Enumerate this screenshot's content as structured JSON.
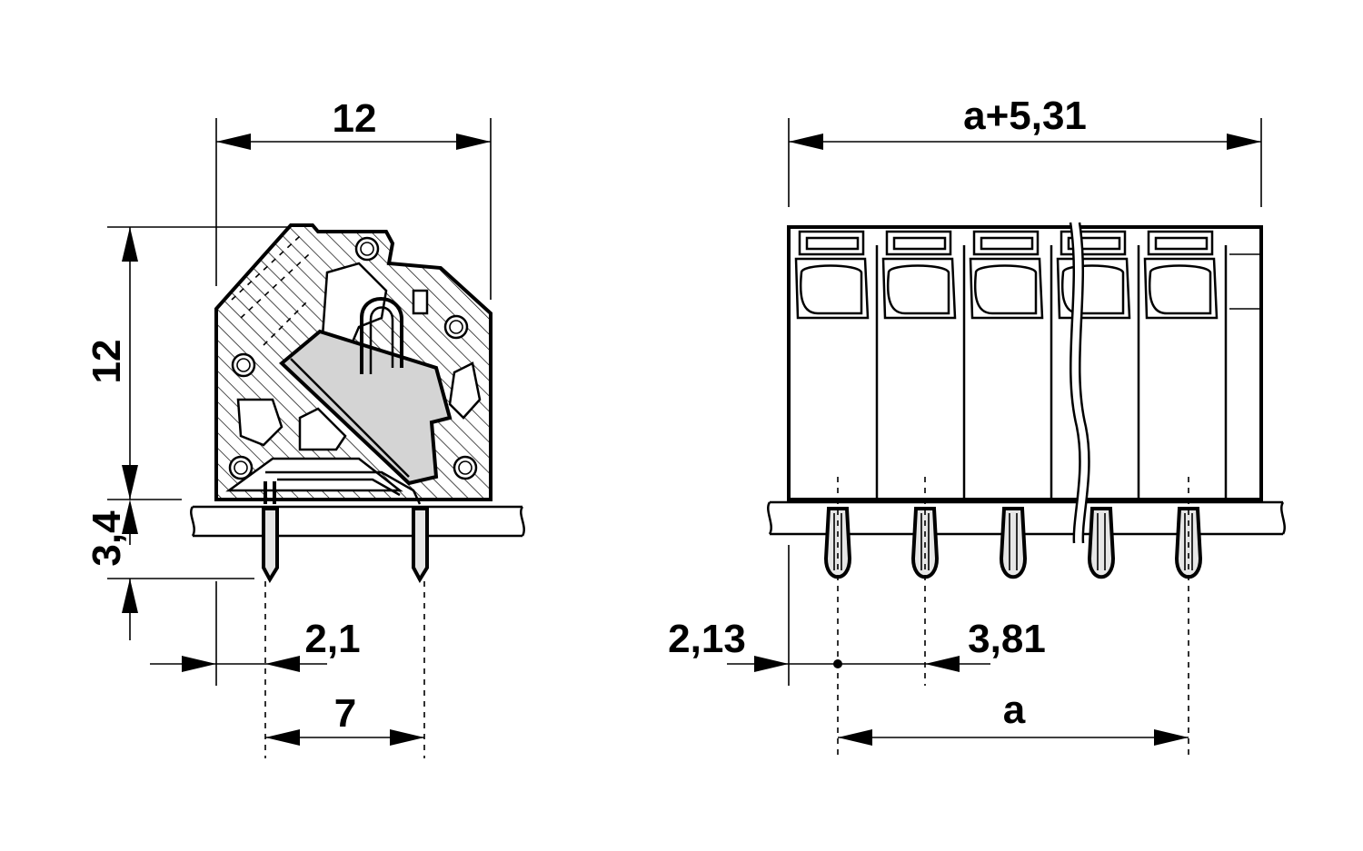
{
  "dimensions": {
    "side_width": "12",
    "side_height": "12",
    "pin_length": "3,4",
    "pin_offset": "2,1",
    "pin_spacing_side": "7",
    "overall_length": "a+5,31",
    "edge_offset": "2,13",
    "pitch": "3,81",
    "pin_span": "a"
  },
  "colors": {
    "line": "#000000",
    "insert": "#d4d4d4",
    "pin": "#e6e6e6"
  }
}
